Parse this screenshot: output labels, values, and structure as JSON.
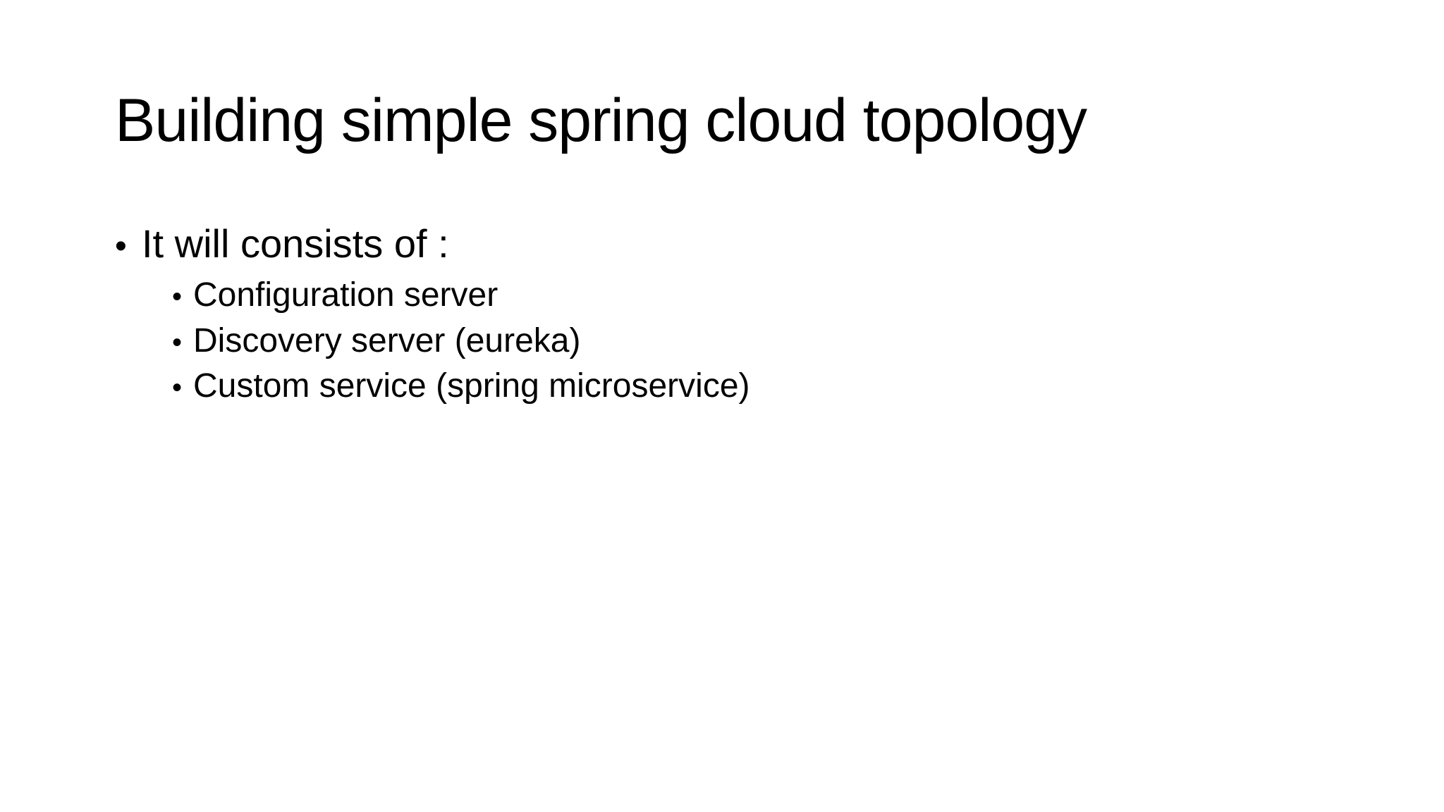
{
  "slide": {
    "title": "Building simple spring cloud topology",
    "list": {
      "marker": "•",
      "items": [
        {
          "text": "It will consists of :",
          "children": [
            "Configuration server",
            "Discovery server (eureka)",
            "Custom service (spring microservice)"
          ]
        }
      ]
    },
    "colors": {
      "background": "#ffffff",
      "text": "#000000"
    }
  }
}
